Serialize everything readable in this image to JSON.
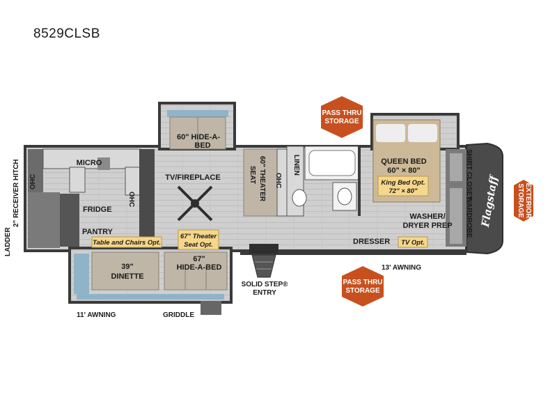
{
  "model": "8529CLSB",
  "labels": {
    "hide_a_bed_60_l1": "60\" HIDE-A-",
    "hide_a_bed_60_l2": "BED",
    "micro": "MICRO",
    "ohc_left": "OHC",
    "ohc_kitchen": "OHC",
    "tv_fireplace": "TV/FIREPLACE",
    "theater_seat_l1": "60\" THEATER",
    "theater_seat_l2": "SEAT",
    "ohc_mid": "OHC",
    "linen": "LINEN",
    "fridge": "FRIDGE",
    "pantry": "PANTRY",
    "table_chairs_opt": "Table and Chairs Opt.",
    "theater_seat_opt_l1": "67\" Theater",
    "theater_seat_opt_l2": "Seat Opt.",
    "dinette_l1": "39\"",
    "dinette_l2": "DINETTE",
    "hide_a_bed_67_l1": "67\"",
    "hide_a_bed_67_l2": "HIDE-A-BED",
    "receiver_hitch": "2\" RECEIVER HITCH",
    "ladder": "LADDER",
    "awning_11": "11' AWNING",
    "griddle": "GRIDDLE",
    "solid_step_l1": "SOLID STEP® ",
    "solid_step_l2": "ENTRY",
    "queen_bed_l1": "QUEEN BED",
    "queen_bed_l2": "60\" × 80\"",
    "king_bed_opt_l1": "King Bed Opt.",
    "king_bed_opt_l2": "72\" × 80\"",
    "shirt_closet": "SHIRT CLOSET",
    "wardrobe": "WARDROBE",
    "washer_dryer_l1": "WASHER/",
    "washer_dryer_l2": "DRYER PREP",
    "dresser": "DRESSER",
    "tv_opt": "TV Opt.",
    "awning_13": "13' AWNING",
    "brand": "Flagstaff"
  },
  "badges": {
    "pass_thru_top_l1": "PASS THRU",
    "pass_thru_top_l2": "STORAGE",
    "pass_thru_bottom_l1": "PASS THRU",
    "pass_thru_bottom_l2": "STORAGE",
    "exterior_l1": "EXTERIOR",
    "exterior_l2": "STORAGE"
  },
  "colors": {
    "badge_orange": "#c8501e",
    "wall_dark": "#3a3a3a",
    "floor_gray": "#c9c9c9",
    "note_yellow": "#f6d68a"
  }
}
